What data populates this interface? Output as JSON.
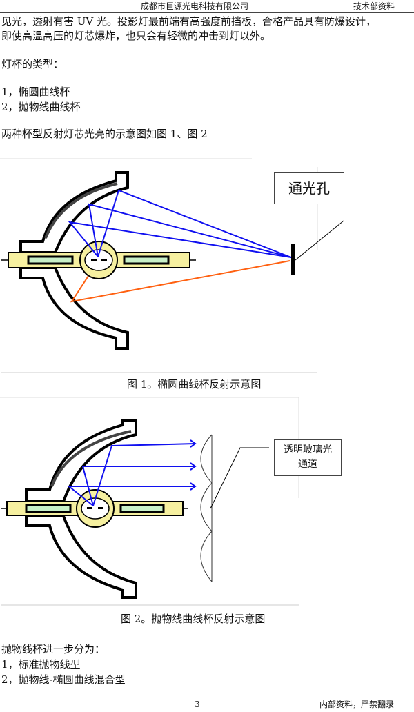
{
  "header": {
    "company": "成都市巨源光电科技有限公司",
    "department": "技术部资料"
  },
  "body": {
    "para_lines": [
      "见光，透射有害 UV 光。投影灯最前端有高强度前挡板，合格产品具有防爆设计，",
      "即使高温高压的灯芯爆炸，也只会有轻微的冲击到灯以外。"
    ],
    "cup_types_heading": "灯杯的类型：",
    "cup_types": [
      "1，椭圆曲线杯",
      "2，抛物线曲线杯"
    ],
    "figure_intro": "两种杯型反射灯芯光亮的示意图如图 1、图 2"
  },
  "figure1": {
    "label": "通光孔",
    "caption": "图 1。椭圆曲线杯反射示意图"
  },
  "figure2": {
    "label_lines": [
      "透明玻璃光",
      "通道"
    ],
    "caption": "图 2。抛物线曲线杯反射示意图"
  },
  "tail": {
    "heading": "抛物线杯进一步分为：",
    "items": [
      "1，标准抛物线型",
      "2，抛物线-椭圆曲线混合型"
    ]
  },
  "footer": {
    "page_number": "3",
    "notice": "内部资料，严禁翻录"
  },
  "colors": {
    "ray_blue": "#1010f0",
    "ray_orange": "#ff6010",
    "bulb_yellow": "#f6f0a0",
    "filament_green": "#c8f0c8"
  }
}
